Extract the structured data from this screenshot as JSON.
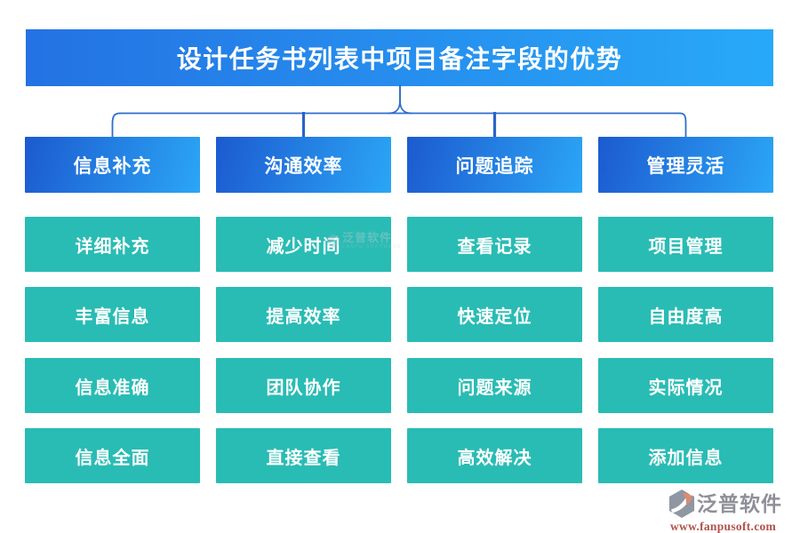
{
  "title": "设计任务书列表中项目备注字段的优势",
  "columns": [
    {
      "header": "信息补充",
      "items": [
        "详细补充",
        "丰富信息",
        "信息准确",
        "信息全面"
      ]
    },
    {
      "header": "沟通效率",
      "items": [
        "减少时间",
        "提高效率",
        "团队协作",
        "直接查看"
      ]
    },
    {
      "header": "问题追踪",
      "items": [
        "查看记录",
        "快速定位",
        "问题来源",
        "高效解决"
      ]
    },
    {
      "header": "管理灵活",
      "items": [
        "项目管理",
        "自由度高",
        "实际情况",
        "添加信息"
      ]
    }
  ],
  "watermark": {
    "brand": "泛普软件",
    "subtext": "FANPU SOFTWARE"
  },
  "footer": {
    "brand": "泛普软件",
    "url": "www.fanpusoft.com"
  },
  "colors": {
    "title_gradient_start": "#2472e3",
    "title_gradient_end": "#28a9f8",
    "header_gradient_start": "#1c5ad0",
    "header_gradient_end": "#2ba6f5",
    "item_teal": "#29bcb4",
    "connector_blue": "#2e6ecf",
    "footer_brand_gray": "#8f8f99",
    "footer_url_red": "#b2524c"
  }
}
